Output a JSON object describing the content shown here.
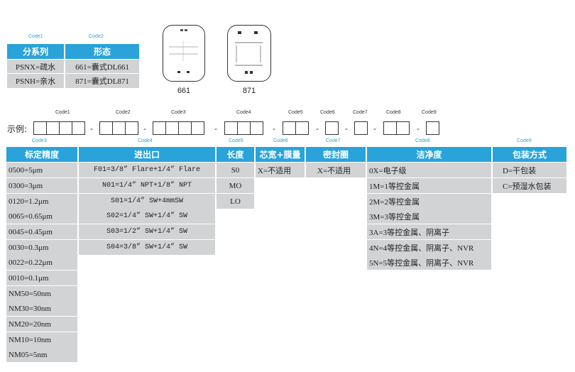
{
  "top_codes": [
    "Code1",
    "Code2"
  ],
  "series_table": {
    "headers": [
      "分系列",
      "形态"
    ],
    "rows": [
      [
        "PSNX=疏水",
        "661=囊式DL661"
      ],
      [
        "PSNH=亲水",
        "871=囊式DL871"
      ]
    ]
  },
  "figures": [
    {
      "label": "661"
    },
    {
      "label": "871"
    }
  ],
  "example": {
    "label": "示例:",
    "codes": [
      "Code1",
      "Code2",
      "Code3",
      "Code4",
      "Code5",
      "Code6",
      "Code7",
      "Code8",
      "Code9"
    ],
    "dash": "-"
  },
  "column_codes": [
    "Code3",
    "Code4",
    "Code5",
    "Code6",
    "Code7",
    "Code8",
    "Code9"
  ],
  "columns": [
    {
      "header": "标定精度",
      "items": [
        "0500=5μm",
        "0300=3μm",
        "0120=1.2μm",
        "0065=0.65μm",
        "0045=0.45μm",
        "0030=0.3μm",
        "0022=0.22μm",
        "0010=0.1μm",
        "NM50=50nm",
        "NM30=30nm",
        "NM20=20nm",
        "NM10=10nm",
        "NM05=5nm"
      ]
    },
    {
      "header": "进出口",
      "items": [
        "F01=3/8” Flare+1/4” Flare",
        "N01=1/4” NPT+1/8” NPT",
        "S01=1/4” SW+4mmSW",
        "S02=1/4” SW+1/4” SW",
        "S03=1/2” SW+1/4” SW",
        "S04=3/8” SW+1/4” SW"
      ]
    },
    {
      "header": "长度",
      "items": [
        "S0",
        "MO",
        "LO"
      ]
    },
    {
      "header": "芯宽+膜量",
      "items": [
        "X=不适用"
      ]
    },
    {
      "header": "密封圈",
      "items": [
        "X=不适用"
      ]
    },
    {
      "header": "洁净度",
      "items": [
        "0X=电子级",
        "1M=1等控金属",
        "2M=2等控金属",
        "3M=3等控金属",
        "3A=3等控金属、阴离子",
        "4N=4等控金属、阴离子、NVR",
        "5N=5等控金属、阴离子、NVR"
      ]
    },
    {
      "header": "包装方式",
      "items": [
        "D=干包装",
        "C=预湿水包装"
      ]
    }
  ]
}
